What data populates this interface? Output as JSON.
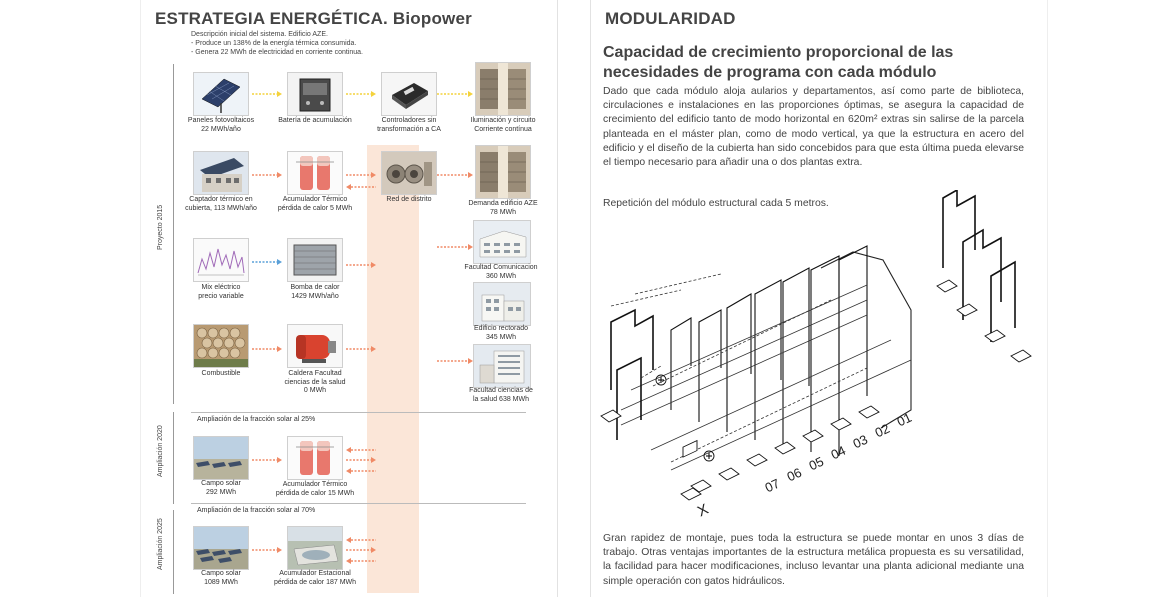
{
  "left": {
    "title": "ESTRATEGIA ENERGÉTICA. Biopower",
    "description": [
      "Descripción inicial del sistema. Edificio AZE.",
      "- Produce un 138% de la energía térmica consumida.",
      "- Genera 22 MWh de electricidad en corriente continua."
    ],
    "phases": [
      "Proyecto 2015",
      "Ampliación 2020",
      "Ampliación 2025"
    ],
    "row1": {
      "solar_panels": [
        "Paneles fotovoltaicos",
        "22 MWh/año"
      ],
      "battery": [
        "Batería de acumulación"
      ],
      "controllers": [
        "Controladores sin",
        "transformación a CA"
      ],
      "lighting": [
        "Iluminación y circuito",
        "Corriente contínua"
      ]
    },
    "row2": {
      "thermal_collector": [
        "Captador térmico en",
        "cubierta, 113 MWh/año"
      ],
      "thermal_accumulator": [
        "Acumulador Térmico",
        "pérdida de calor 5 MWh"
      ],
      "district_network": [
        "Red de distrito"
      ],
      "demand_aze": [
        "Demanda edificio AZE",
        "78 MWh"
      ]
    },
    "row3": {
      "electric_mix": [
        "Mix eléctrico",
        "precio variable"
      ],
      "heat_pump": [
        "Bomba de calor",
        "1429 MWh/año"
      ],
      "communication_faculty": [
        "Facultad Comunicacion",
        "360 MWh"
      ]
    },
    "row4": {
      "fuel": [
        "Combustible"
      ],
      "boiler": [
        "Caldera Facultad",
        "ciencias de la salud",
        "0 MWh"
      ],
      "rectorate": [
        "Edificio rectorado",
        "345 MWh"
      ],
      "health_faculty": [
        "Facultad ciencias de",
        "la salud 638 MWh"
      ]
    },
    "ampliacion2020": {
      "label": "Ampliación de la fracción solar al 25%",
      "solar_field": [
        "Campo solar",
        "292 MWh"
      ],
      "accumulator": [
        "Acumulador Térmico",
        "pérdida de calor 15 MWh"
      ]
    },
    "ampliacion2025": {
      "label": "Ampliación de la fracción solar al 70%",
      "solar_field": [
        "Campo solar",
        "1089 MWh"
      ],
      "accumulator": [
        "Acumulador Estacional",
        "pérdida de calor 187 MWh"
      ]
    }
  },
  "right": {
    "title": "MODULARIDAD",
    "subtitle": "Capacidad de crecimiento proporcional de las necesidades de programa con cada módulo",
    "paragraph1": "Dado que cada módulo aloja aularios y departamentos, así como parte de biblioteca, circulaciones e instalaciones en las proporciones óptimas, se asegura la capacidad de crecimiento del edificio tanto de modo horizontal en 620m² extras sin salirse de la parcela planteada en el máster plan, como de modo vertical, ya que la estructura en acero del edificio y el diseño de la cubierta han sido concebidos para que esta última pueda elevarse el tiempo necesario para añadir una o dos plantas extra.",
    "paragraph2": "Repetición del módulo estructural cada 5 metros.",
    "paragraph3": "Gran rapidez de montaje, pues toda la estructura se puede montar en unos 3 días de trabajo. Otras ventajas importantes de la estructura metálica propuesta es su versatilidad, la facilidad para hacer modificaciones, incluso levantar una planta adicional mediante una simple operación con gatos hidráulicos.",
    "module_numbers": [
      "07",
      "06",
      "05",
      "04",
      "03",
      "02",
      "01"
    ],
    "axis_label": "X"
  }
}
